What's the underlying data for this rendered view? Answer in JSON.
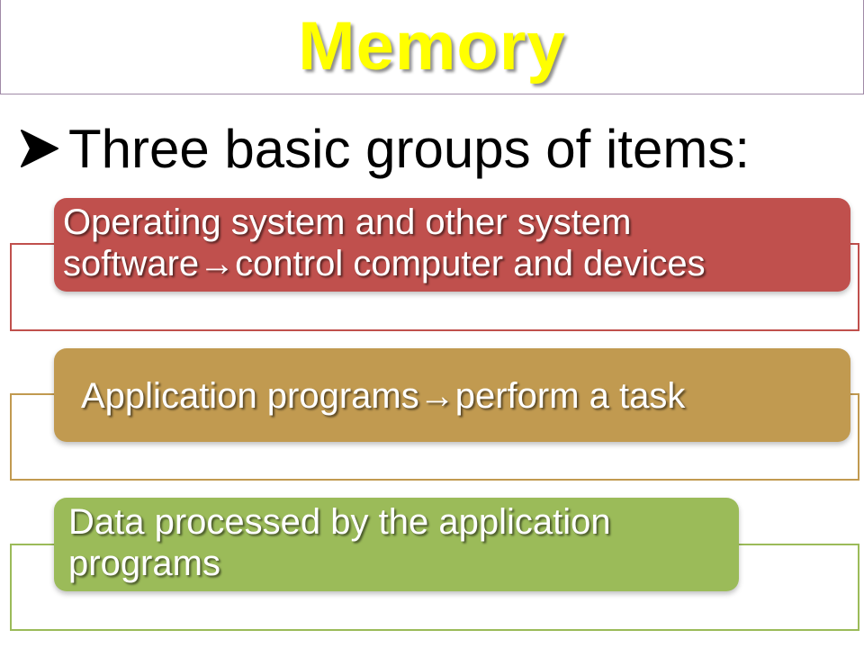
{
  "slide": {
    "title": "Memory",
    "bullet": {
      "icon": "arrow-bullet-icon",
      "text": "Three basic groups of items:"
    },
    "groups": [
      {
        "text": "Operating system and other system software→control computer and devices",
        "color": "#c0504d"
      },
      {
        "text": "Application programs→perform a task",
        "color": "#c19a50"
      },
      {
        "text": "Data processed by the application programs",
        "color": "#9bbb59"
      }
    ],
    "colors": {
      "title": "#ffff00",
      "title_border": "#a08aa6"
    }
  }
}
